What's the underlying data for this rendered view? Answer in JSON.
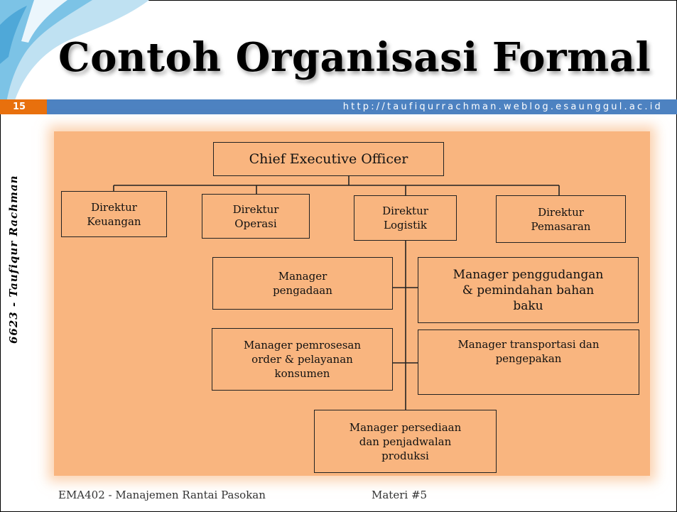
{
  "slide": {
    "title": "Contoh Organisasi Formal",
    "number": "15",
    "url": "http://taufiqurrachman.weblog.esaunggul.ac.id",
    "author_vertical": "6623 - Taufiqur Rachman",
    "footer_course": "EMA402 - Manajemen Rantai Pasokan",
    "footer_materi": "Materi #5"
  },
  "diagram": {
    "ceo": "Chief Executive Officer",
    "direktur_keuangan": "Direktur\nKeuangan",
    "direktur_operasi": "Direktur\nOperasi",
    "direktur_logistik": "Direktur\nLogistik",
    "direktur_pemasaran": "Direktur\nPemasaran",
    "manager_pengadaan": "Manager\npengadaan",
    "manager_penggudangan": "Manager penggudangan\n& pemindahan bahan\nbaku",
    "manager_pemrosesan": "Manager pemrosesan\norder & pelayanan\nkonsumen",
    "manager_transportasi": "Manager transportasi dan\npengepakan",
    "manager_persediaan": "Manager persediaan\ndan penjadwalan\nproduksi"
  },
  "colors": {
    "accent_orange": "#e8700d",
    "accent_blue": "#4d82c1",
    "diagram_bg": "#f9b57f"
  }
}
